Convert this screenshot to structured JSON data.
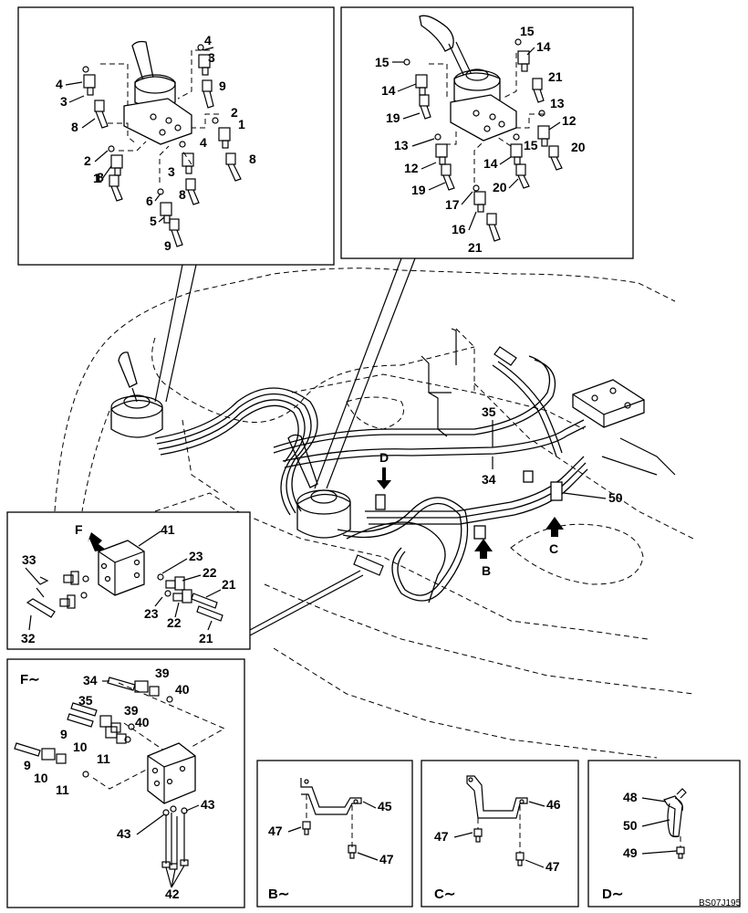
{
  "callouts": {
    "top_left": [
      "4",
      "3",
      "4",
      "3",
      "9",
      "8",
      "2",
      "1",
      "2",
      "4",
      "1",
      "8",
      "1",
      "3",
      "8",
      "8",
      "6",
      "5",
      "9"
    ],
    "top_right": [
      "15",
      "14",
      "15",
      "14",
      "21",
      "19",
      "13",
      "12",
      "13",
      "15",
      "20",
      "12",
      "14",
      "19",
      "20",
      "17",
      "16",
      "21"
    ],
    "main": [
      "35",
      "D",
      "34",
      "50",
      "C",
      "B"
    ],
    "detail_f": [
      "F",
      "41",
      "33",
      "23",
      "22",
      "21",
      "23",
      "22",
      "32",
      "21"
    ],
    "detail_f2": [
      "F∼",
      "34",
      "39",
      "40",
      "35",
      "39",
      "9",
      "40",
      "10",
      "11",
      "9",
      "10",
      "11",
      "43",
      "43",
      "42"
    ],
    "detail_b": [
      "45",
      "47",
      "47",
      "B∼"
    ],
    "detail_c": [
      "46",
      "47",
      "47",
      "C∼"
    ],
    "detail_d": [
      "48",
      "50",
      "49",
      "D∼"
    ]
  },
  "figure_code": "BS07J195"
}
